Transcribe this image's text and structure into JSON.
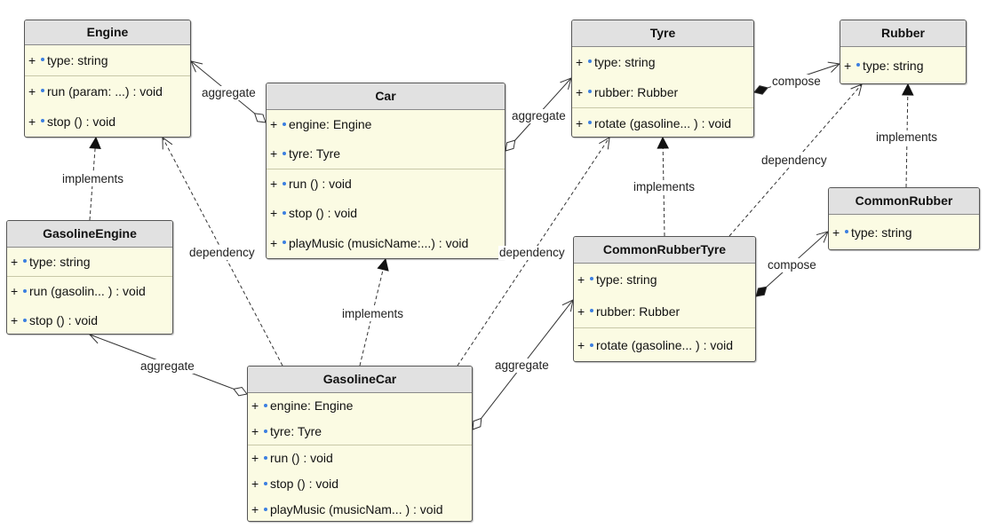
{
  "classes": {
    "engine": {
      "name": "Engine",
      "members": [
        [
          {
            "vis": "+",
            "text": "type: string"
          }
        ],
        [
          {
            "vis": "+",
            "text": "run (param: ...) : void"
          },
          {
            "vis": "+",
            "text": "stop () : void"
          }
        ]
      ]
    },
    "car": {
      "name": "Car",
      "members": [
        [
          {
            "vis": "+",
            "text": "engine: Engine"
          },
          {
            "vis": "+",
            "text": "tyre: Tyre"
          }
        ],
        [
          {
            "vis": "+",
            "text": "run () : void"
          },
          {
            "vis": "+",
            "text": "stop () : void"
          },
          {
            "vis": "+",
            "text": "playMusic (musicName:...) : void"
          }
        ]
      ]
    },
    "tyre": {
      "name": "Tyre",
      "members": [
        [
          {
            "vis": "+",
            "text": "type: string"
          },
          {
            "vis": "+",
            "text": "rubber: Rubber"
          }
        ],
        [
          {
            "vis": "+",
            "text": "rotate (gasoline... ) : void"
          }
        ]
      ]
    },
    "rubber": {
      "name": "Rubber",
      "members": [
        [
          {
            "vis": "+",
            "text": "type: string"
          }
        ]
      ]
    },
    "gasolineEngine": {
      "name": "GasolineEngine",
      "members": [
        [
          {
            "vis": "+",
            "text": "type: string"
          }
        ],
        [
          {
            "vis": "+",
            "text": "run (gasolin... ) : void"
          },
          {
            "vis": "+",
            "text": "stop () : void"
          }
        ]
      ]
    },
    "commonRubberTyre": {
      "name": "CommonRubberTyre",
      "members": [
        [
          {
            "vis": "+",
            "text": "type: string"
          },
          {
            "vis": "+",
            "text": "rubber: Rubber"
          }
        ],
        [
          {
            "vis": "+",
            "text": "rotate (gasoline... ) : void"
          }
        ]
      ]
    },
    "commonRubber": {
      "name": "CommonRubber",
      "members": [
        [
          {
            "vis": "+",
            "text": "type: string"
          }
        ]
      ]
    },
    "gasolineCar": {
      "name": "GasolineCar",
      "members": [
        [
          {
            "vis": "+",
            "text": "engine: Engine"
          },
          {
            "vis": "+",
            "text": "tyre: Tyre"
          }
        ],
        [
          {
            "vis": "+",
            "text": "run () : void"
          },
          {
            "vis": "+",
            "text": "stop () : void"
          },
          {
            "vis": "+",
            "text": "playMusic (musicNam... ) : void"
          }
        ]
      ]
    }
  },
  "edges": [
    {
      "id": "car-engine",
      "kind": "aggregation",
      "label": "aggregate"
    },
    {
      "id": "car-tyre",
      "kind": "aggregation",
      "label": "aggregate"
    },
    {
      "id": "tyre-rubber",
      "kind": "composition",
      "label": "compose"
    },
    {
      "id": "gasolineengine-engine",
      "kind": "realization",
      "label": "implements"
    },
    {
      "id": "gasolinecar-gasolineengine",
      "kind": "aggregation",
      "label": "aggregate"
    },
    {
      "id": "gasolinecar-engine",
      "kind": "dependency",
      "label": "dependency"
    },
    {
      "id": "gasolinecar-car",
      "kind": "realization",
      "label": "implements"
    },
    {
      "id": "gasolinecar-tyre",
      "kind": "dependency",
      "label": "dependency"
    },
    {
      "id": "gasolinecar-commonrubbertyre",
      "kind": "aggregation",
      "label": "aggregate"
    },
    {
      "id": "commonrubbertyre-tyre",
      "kind": "realization",
      "label": "implements"
    },
    {
      "id": "commonrubbertyre-rubber",
      "kind": "dependency",
      "label": "dependency"
    },
    {
      "id": "commonrubber-rubber",
      "kind": "realization",
      "label": "implements"
    },
    {
      "id": "commonrubbertyre-commonrubber",
      "kind": "composition",
      "label": "compose"
    }
  ],
  "colors": {
    "class_fill": "#fbfbe3",
    "class_header": "#e1e1e1",
    "border": "#555555",
    "member_dot": "#3c7fe0"
  }
}
